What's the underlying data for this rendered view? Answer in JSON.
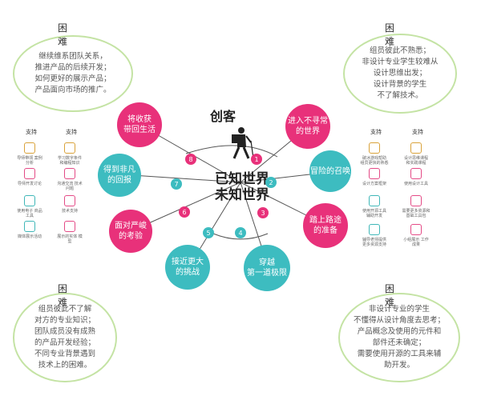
{
  "center": {
    "title": "创客",
    "main_line1": "已知世界",
    "main_line2": "未知世界",
    "icon": "hiker-icon"
  },
  "corners": {
    "top_left": {
      "title": "困难",
      "lines": [
        "继续维系团队关系，",
        "推进产品的后续开发；",
        "如何更好的展示产品；",
        "产品面向市场的推广。"
      ]
    },
    "top_right": {
      "title": "困难",
      "lines": [
        "组员彼此不熟悉；",
        "非设计专业学生较难从",
        "设计思维出发；",
        "设计背景的学生",
        "不了解技术。"
      ]
    },
    "bottom_left": {
      "title": "困难",
      "lines": [
        "组员彼此不了解",
        "对方的专业知识；",
        "团队成员没有成熟",
        "的产品开发经验；",
        "不同专业背景遇到",
        "技术上的困难。"
      ]
    },
    "bottom_right": {
      "title": "困难",
      "lines": [
        "非设计专业的学生",
        "不懂得从设计角度去思考；",
        "产品概念及使用的元件和",
        "部件还未确定；",
        "需要使用开源的工具来辅",
        "助开发。"
      ]
    }
  },
  "stages": [
    {
      "num": "1",
      "lines": [
        "进入不寻常",
        "的世界"
      ],
      "color": "pink"
    },
    {
      "num": "2",
      "lines": [
        "冒险的召唤"
      ],
      "color": "teal"
    },
    {
      "num": "3",
      "lines": [
        "踏上路途",
        "的准备"
      ],
      "color": "pink"
    },
    {
      "num": "4",
      "lines": [
        "穿越",
        "第一道极限"
      ],
      "color": "teal"
    },
    {
      "num": "5",
      "lines": [
        "接近更大",
        "的挑战"
      ],
      "color": "teal"
    },
    {
      "num": "6",
      "lines": [
        "面对严峻",
        "的考验"
      ],
      "color": "pink"
    },
    {
      "num": "7",
      "lines": [
        "得到非凡",
        "的回报"
      ],
      "color": "teal"
    },
    {
      "num": "8",
      "lines": [
        "将收获",
        "带回生活"
      ],
      "color": "pink"
    }
  ],
  "support_left": {
    "titles": [
      "支持",
      "支持"
    ],
    "items": [
      {
        "label": "导师带领 案例分析",
        "icon": "template-icon",
        "color": "gold"
      },
      {
        "label": "学习数字条件 和编程知识",
        "icon": "device-icon",
        "color": "gold"
      },
      {
        "label": "导师开发讨论",
        "icon": "code-icon",
        "color": "pink"
      },
      {
        "label": "沟通交流 技术问题",
        "icon": "chat-icon",
        "color": "pink"
      },
      {
        "label": "使用电子 商品工具",
        "icon": "board-icon",
        "color": "teal"
      },
      {
        "label": "技术支持",
        "icon": "tools-icon",
        "color": "pink"
      },
      {
        "label": "媒体展示活动",
        "icon": "media-icon",
        "color": "teal"
      },
      {
        "label": "展示的实体 模型",
        "icon": "model-icon",
        "color": "pink"
      }
    ]
  },
  "support_right": {
    "titles": [
      "支持",
      "支持"
    ],
    "items": [
      {
        "label": "破冰游戏帮助 组员更快的熟悉",
        "icon": "puzzle-icon",
        "color": "gold"
      },
      {
        "label": "设计思维课程 和实践课程",
        "icon": "person-icon",
        "color": "gold"
      },
      {
        "label": "设计方案框架",
        "icon": "grid-icon",
        "color": "pink"
      },
      {
        "label": "使用设计工具",
        "icon": "pen-icon",
        "color": "pink"
      },
      {
        "label": "使用开源工具 辅助开发",
        "icon": "gear-icon",
        "color": "teal"
      },
      {
        "label": "需要更多资源和 基础工具包",
        "icon": "phone-icon",
        "color": "pink"
      },
      {
        "label": "辅导老师提供 更多资源支持",
        "icon": "screen-icon",
        "color": "teal"
      },
      {
        "label": "小组展示 工作成果",
        "icon": "presentation-icon",
        "color": "pink"
      }
    ]
  },
  "colors": {
    "pink": "#e8317a",
    "teal": "#3dbcc0",
    "green": "#c4e3a4",
    "gold": "#d9a23a"
  }
}
